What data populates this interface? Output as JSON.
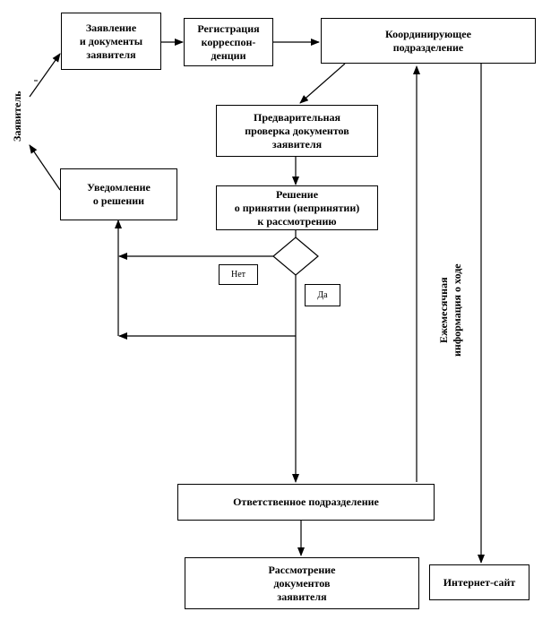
{
  "nodes": {
    "application": "Заявление\nи документы\nзаявителя",
    "registration": "Регистрация\nкорреспон-\nденции",
    "coordinating": "Координирующее\nподразделение",
    "preliminary_check": "Предварительная\nпроверка документов\nзаявителя",
    "decision": "Решение\nо принятии (непринятии)\nк рассмотрению",
    "notification": "Уведомление\nо решении",
    "responsible": "Ответственное подразделение",
    "review": "Рассмотрение\nдокументов\nзаявителя",
    "website": "Интернет-сайт"
  },
  "labels": {
    "no": "Нет",
    "yes": "Да",
    "applicant": "Заявитель",
    "monthly_info": "Ежемесячная\nинформация о ходе"
  }
}
